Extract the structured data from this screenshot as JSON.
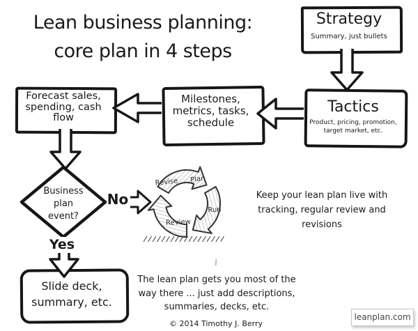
{
  "title": {
    "line1": "Lean business planning:",
    "line2": "core plan in 4 steps"
  },
  "boxes": {
    "strategy": {
      "title": "Strategy",
      "subtitle": "Summary, just bullets"
    },
    "tactics": {
      "title": "Tactics",
      "subtitle": "Product, pricing, promotion, target market, etc."
    },
    "milestones": {
      "label": "Milestones, metrics, tasks, schedule"
    },
    "forecast": {
      "label": "Forecast sales, spending, cash flow"
    },
    "slide_deck": {
      "label": "Slide deck, summary, etc."
    }
  },
  "decision": {
    "question": "Business plan event?",
    "no": "No",
    "yes": "Yes"
  },
  "cycle": {
    "steps": [
      "Plan",
      "Run",
      "Review",
      "Revise"
    ]
  },
  "notes": {
    "keep_live": "Keep your lean plan live with tracking, regular review and revisions",
    "lean_plan": "The lean plan gets you most of the way there ... just add descriptions, summaries, decks, etc.",
    "copyright": "© 2014 Timothy J. Berry"
  },
  "footer": {
    "website": "leanplan.com"
  },
  "colors": {
    "ink": "#1a1a1a",
    "background": "#ffffff"
  }
}
